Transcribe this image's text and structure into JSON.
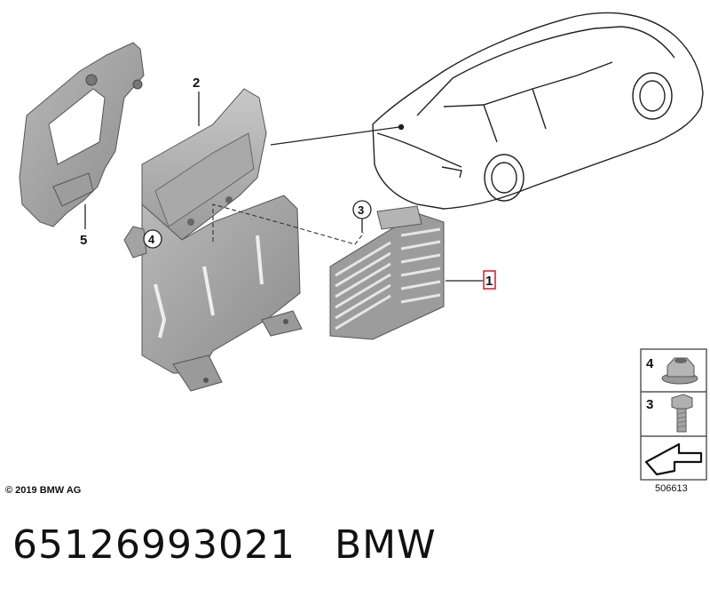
{
  "diagram": {
    "callouts": [
      {
        "id": "1",
        "label": "1"
      },
      {
        "id": "2",
        "label": "2"
      },
      {
        "id": "3",
        "label": "3"
      },
      {
        "id": "4",
        "label": "4"
      },
      {
        "id": "5",
        "label": "5"
      }
    ],
    "legend": [
      {
        "label": "4",
        "icon": "flange-nut-icon"
      },
      {
        "label": "3",
        "icon": "bolt-icon"
      }
    ],
    "copyright": "© 2019 BMW AG",
    "diagram_number": "506613",
    "highlight_color": "#d9262b"
  },
  "footer": {
    "part_number": "65126993021",
    "brand": "BMW"
  }
}
